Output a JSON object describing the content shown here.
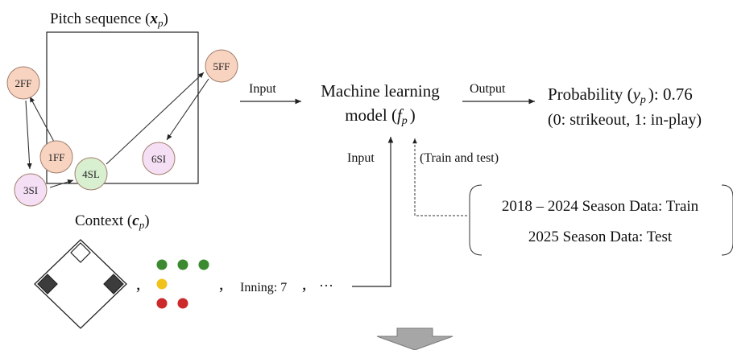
{
  "pitch_sequence": {
    "title_text": "Pitch sequence (",
    "title_symbol": "x",
    "title_sub": "p",
    "title_close": ")",
    "pitches": [
      {
        "label": "1FF",
        "kind": "fastball"
      },
      {
        "label": "2FF",
        "kind": "fastball"
      },
      {
        "label": "3SI",
        "kind": "sinker"
      },
      {
        "label": "4SL",
        "kind": "slider"
      },
      {
        "label": "5FF",
        "kind": "fastball"
      },
      {
        "label": "6SI",
        "kind": "sinker"
      }
    ],
    "colors": {
      "fastball": "#f7d3c0",
      "sinker": "#f5dff5",
      "slider": "#d8efd0",
      "stroke": "#a27f6e"
    }
  },
  "context": {
    "title_text": "Context (",
    "title_symbol": "c",
    "title_sub": "p",
    "title_close": ")",
    "separator": ",",
    "inning_text": "Inning: 7",
    "ellipsis": "···",
    "count_dot_colors": {
      "balls": "#3b8a2f",
      "strikes": "#f2c21c",
      "outs": "#cc2a2a"
    },
    "count": {
      "balls": 3,
      "strikes": 1,
      "outs": 2
    }
  },
  "model": {
    "line1": "Machine learning",
    "line2_text": "model (",
    "line2_symbol": "f",
    "line2_sub": "p",
    "line2_close": ")",
    "input_label_top": "Input",
    "input_label_bottom": "Input",
    "output_label": "Output",
    "train_test_label": "(Train and test)"
  },
  "output": {
    "prob_text": "Probability (",
    "prob_symbol": "y",
    "prob_sub": "p",
    "prob_value": "): 0.76",
    "legend": "(0: strikeout, 1: in-play)"
  },
  "data_split": {
    "train_line": "2018 – 2024 Season Data: Train",
    "test_line": "2025 Season Data: Test"
  },
  "down_arrow_color": "#a6a6a6"
}
